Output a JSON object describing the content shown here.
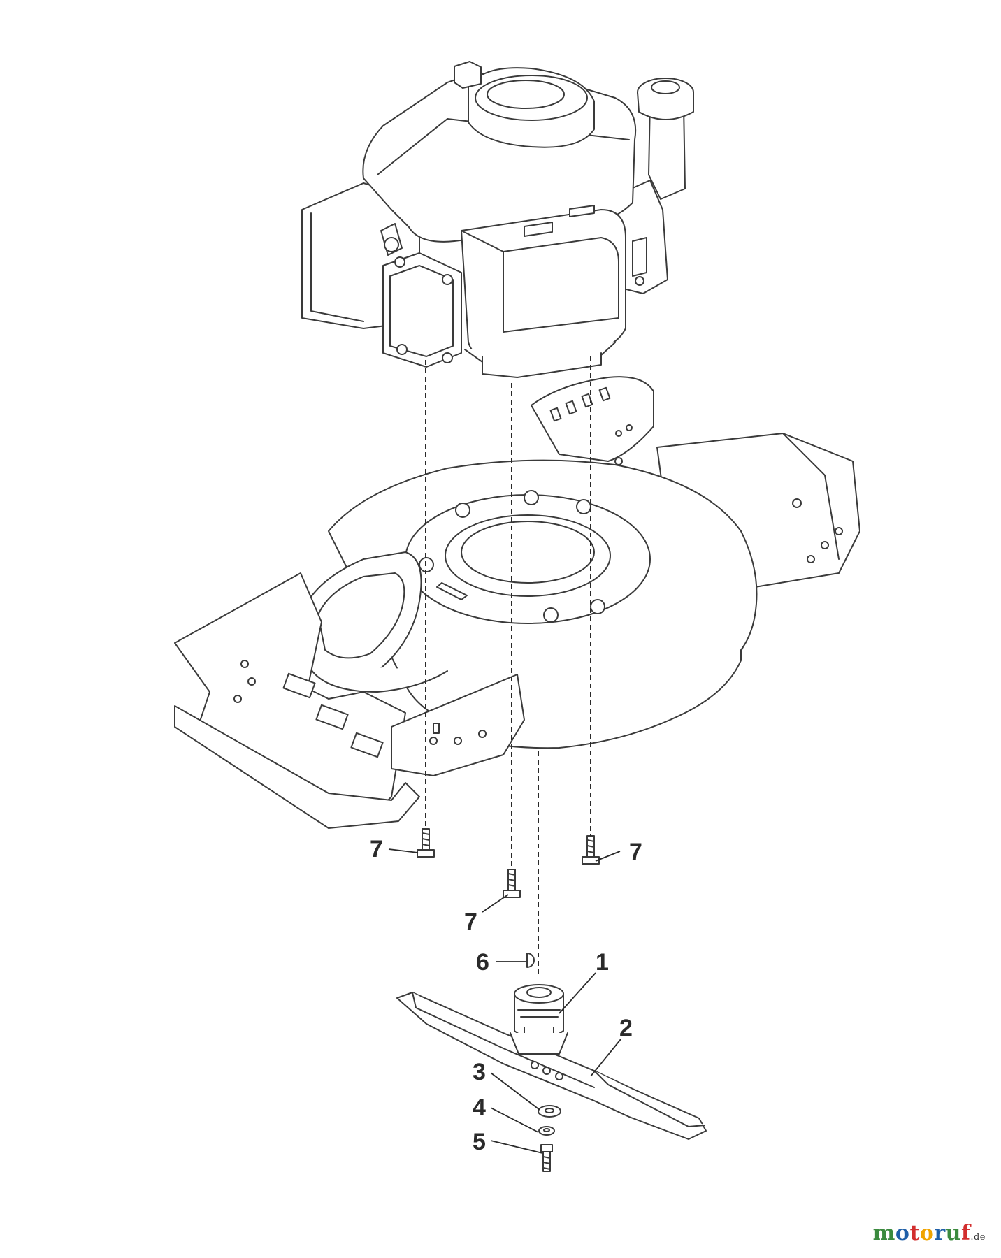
{
  "callouts": {
    "c1": "1",
    "c2": "2",
    "c3": "3",
    "c4": "4",
    "c5": "5",
    "c6": "6",
    "c7a": "7",
    "c7b": "7",
    "c7c": "7"
  },
  "watermark": {
    "m1": "m",
    "o1": "o",
    "t": "t",
    "o2": "o",
    "r": "r",
    "u": "u",
    "f": "f",
    "suffix": ".de"
  },
  "colors": {
    "line": "#3a3a3a",
    "fill": "#ffffff",
    "wm_m": "#3b8a3e",
    "wm_o": "#1f5fa8",
    "wm_t": "#d22e2e",
    "wm_o2": "#f0a400",
    "wm_r": "#1f5fa8",
    "wm_u": "#3b8a3e",
    "wm_f": "#d22e2e"
  }
}
